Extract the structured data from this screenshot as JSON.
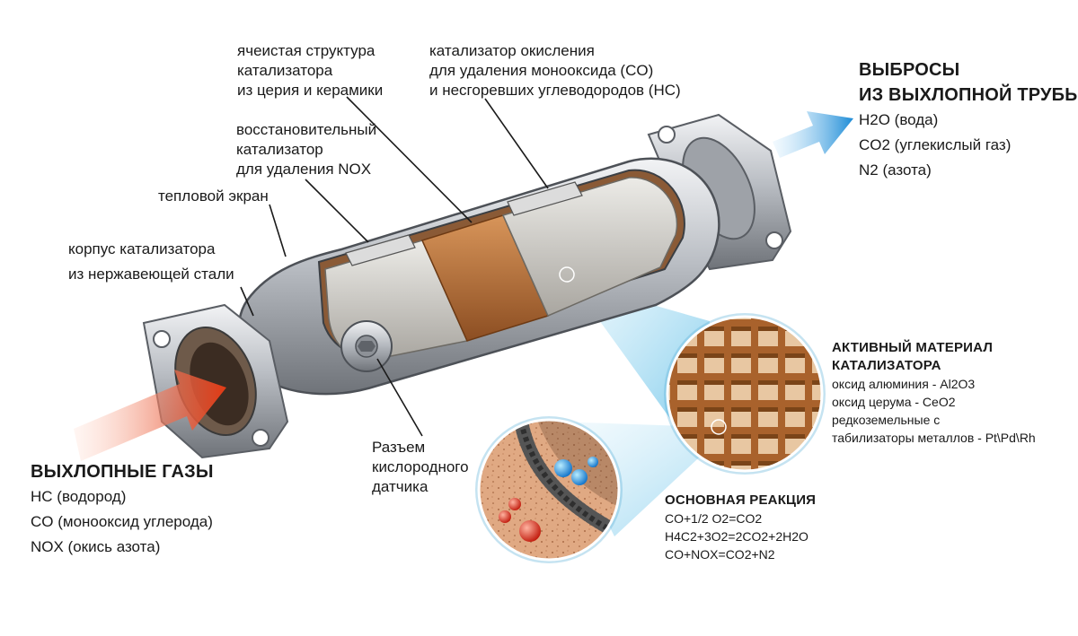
{
  "labels": {
    "honeycomb": [
      "ячеистая структура",
      "катализатора",
      "из церия и керамики"
    ],
    "oxidation": [
      "катализатор окисления",
      "для удаления монооксида (CO)",
      "и несгоревших углеводородов (HC)"
    ],
    "reduction": [
      "восстановительный",
      "катализатор",
      "для удаления NOX"
    ],
    "heat_shield": [
      "тепловой экран"
    ],
    "housing": [
      "корпус катализатора",
      "из нержавеющей стали"
    ],
    "sensor": [
      "Разъем",
      "кислородного",
      "датчика"
    ]
  },
  "outlet": {
    "title": [
      "ВЫБРОСЫ",
      "ИЗ ВЫХЛОПНОЙ ТРУБЫ"
    ],
    "items": [
      "H2O (вода)",
      "CO2 (углекислый газ)",
      "N2 (азота)"
    ]
  },
  "inlet": {
    "title": "ВЫХЛОПНЫЕ ГАЗЫ",
    "items": [
      "HC (водород)",
      "CO (монооксид углерода)",
      "NOX (окись азота)"
    ]
  },
  "active_material": {
    "title": [
      "АКТИВНЫЙ МАТЕРИАЛ",
      "КАТАЛИЗАТОРА"
    ],
    "items": [
      "оксид алюминия - Al2O3",
      "оксид церума - CeO2",
      "редкоземельные с",
      "табилизаторы металлов - Pt\\Pd\\Rh"
    ]
  },
  "reaction": {
    "title": "ОСНОВНАЯ РЕАКЦИЯ",
    "items": [
      "CO+1/2 O2=CO2",
      "H4C2+3O2=2CO2+2H2O",
      "CO+NOX=CO2+N2"
    ]
  },
  "colors": {
    "inlet_arrow": "#e8401c",
    "outlet_arrow": "#1e8fd8",
    "steel": "#c9ccd0",
    "core_ceramic": "#d8d4cc",
    "catalyst_band": "#c07a3a",
    "honeycomb": "#c98a50"
  }
}
